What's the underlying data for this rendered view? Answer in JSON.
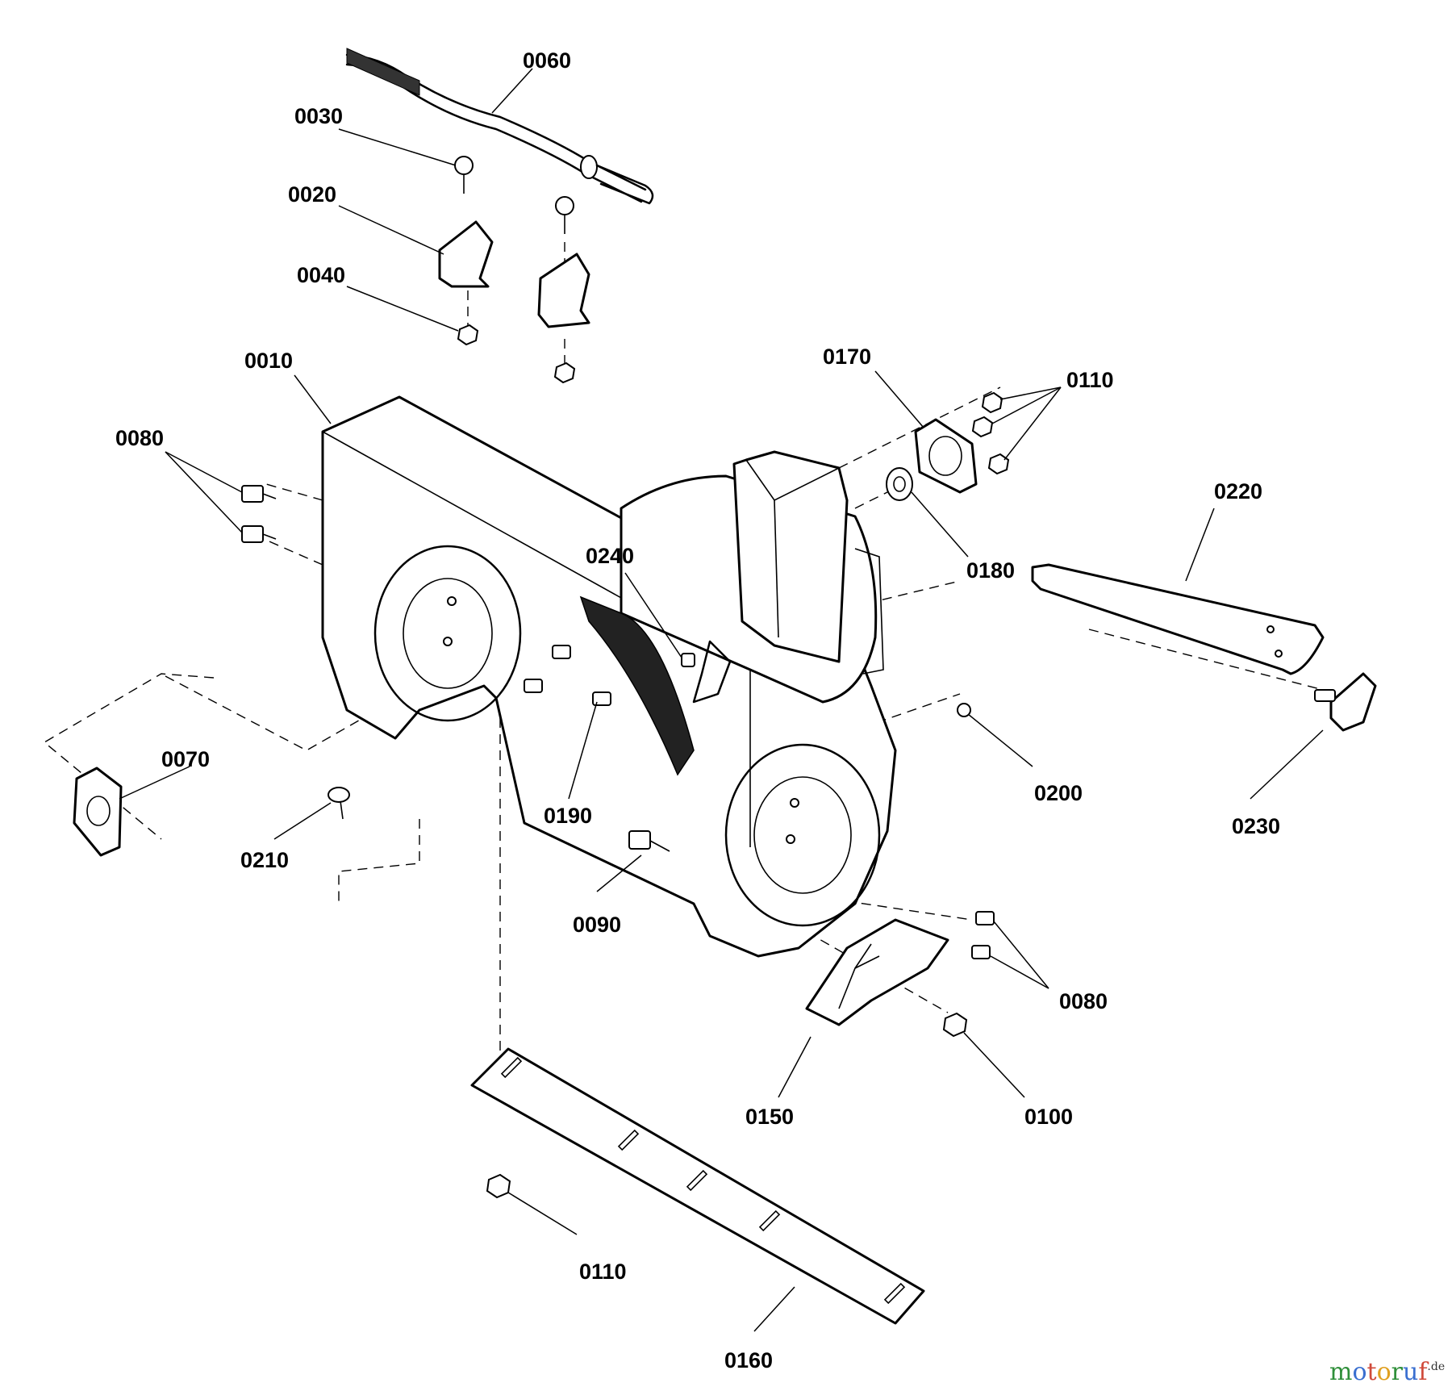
{
  "labels": [
    {
      "id": "p0060",
      "text": "0060"
    },
    {
      "id": "p0030",
      "text": "0030"
    },
    {
      "id": "p0020",
      "text": "0020"
    },
    {
      "id": "p0040",
      "text": "0040"
    },
    {
      "id": "p0010",
      "text": "0010"
    },
    {
      "id": "p0080a",
      "text": "0080"
    },
    {
      "id": "p0170",
      "text": "0170"
    },
    {
      "id": "p0110a",
      "text": "0110"
    },
    {
      "id": "p0220",
      "text": "0220"
    },
    {
      "id": "p0240",
      "text": "0240"
    },
    {
      "id": "p0180",
      "text": "0180"
    },
    {
      "id": "p0070",
      "text": "0070"
    },
    {
      "id": "p0190",
      "text": "0190"
    },
    {
      "id": "p0200",
      "text": "0200"
    },
    {
      "id": "p0230",
      "text": "0230"
    },
    {
      "id": "p0210",
      "text": "0210"
    },
    {
      "id": "p0090",
      "text": "0090"
    },
    {
      "id": "p0080b",
      "text": "0080"
    },
    {
      "id": "p0150",
      "text": "0150"
    },
    {
      "id": "p0100",
      "text": "0100"
    },
    {
      "id": "p0110b",
      "text": "0110"
    },
    {
      "id": "p0160",
      "text": "0160"
    }
  ],
  "watermark": {
    "letters": [
      {
        "ch": "m",
        "color": "#2f8f3a"
      },
      {
        "ch": "o",
        "color": "#3a6fd0"
      },
      {
        "ch": "t",
        "color": "#d04a3a"
      },
      {
        "ch": "o",
        "color": "#e0a020"
      },
      {
        "ch": "r",
        "color": "#2f8f3a"
      },
      {
        "ch": "u",
        "color": "#3a6fd0"
      },
      {
        "ch": "f",
        "color": "#d04a3a"
      }
    ],
    "suffix": ".de"
  }
}
